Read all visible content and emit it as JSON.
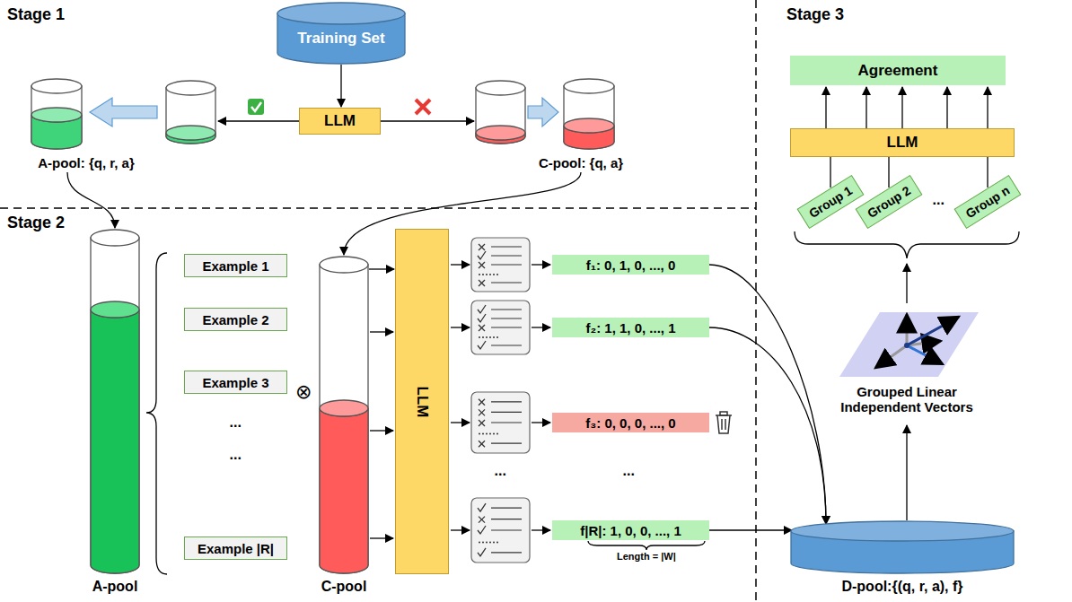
{
  "diagram": {
    "nodes": [
      {
        "text": [
          "Training Set"
        ]
      },
      {
        "text": [
          "LLM"
        ]
      },
      {
        "text": [
          "A-pool: {q, r, a}"
        ]
      },
      {
        "text": [
          "C-pool: {q, a}"
        ]
      },
      {
        "text": [
          "A-pool"
        ]
      },
      {
        "text": [
          "Example 1"
        ]
      },
      {
        "text": [
          "Example 2"
        ]
      },
      {
        "text": [
          "Example 3"
        ]
      },
      {
        "text": [
          "Example |R|"
        ]
      },
      {
        "text": [
          "C-pool"
        ]
      },
      {
        "text": [
          "LLM"
        ]
      },
      {
        "text": [
          "f₁: 0, 1, 0, ..., 0"
        ]
      },
      {
        "text": [
          "f₂: 1, 1, 0, ..., 1"
        ]
      },
      {
        "text": [
          "f₃: 0, 0, 0, ..., 0"
        ]
      },
      {
        "text": [
          "f|R|: 1, 0, 0, ..., 1"
        ]
      },
      {
        "text": [
          "D-pool:{(q, r, a), f}"
        ]
      },
      {
        "text": [
          "Agreement"
        ]
      },
      {
        "text": [
          "LLM"
        ]
      },
      {
        "text": [
          "Group 1"
        ]
      },
      {
        "text": [
          "Group 2"
        ]
      },
      {
        "text": [
          "Group n"
        ]
      }
    ],
    "edges": [
      {
        "from": 0,
        "to": 1,
        "arrow": "to"
      },
      {
        "from": 2,
        "to": 4,
        "arrow": "to"
      },
      {
        "from": 3,
        "to": 9,
        "arrow": "to"
      },
      {
        "from": 9,
        "to": 10,
        "arrow": "to"
      },
      {
        "from": 11,
        "to": 15,
        "arrow": "to"
      },
      {
        "from": 12,
        "to": 15,
        "arrow": "to"
      },
      {
        "from": 14,
        "to": 15,
        "arrow": "to"
      },
      {
        "from": 17,
        "to": 16,
        "arrow": "to"
      },
      {
        "from": 18,
        "to": 17,
        "arrow": "none"
      },
      {
        "from": 19,
        "to": 17,
        "arrow": "none"
      },
      {
        "from": 20,
        "to": 17,
        "arrow": "none"
      }
    ],
    "labels": [
      "Stage 1",
      "Stage 2",
      "Stage 3",
      "...",
      "...",
      "⊗",
      "...",
      "...",
      "Length = |W|",
      "...",
      "Grouped Linear Independent Vectors"
    ]
  }
}
